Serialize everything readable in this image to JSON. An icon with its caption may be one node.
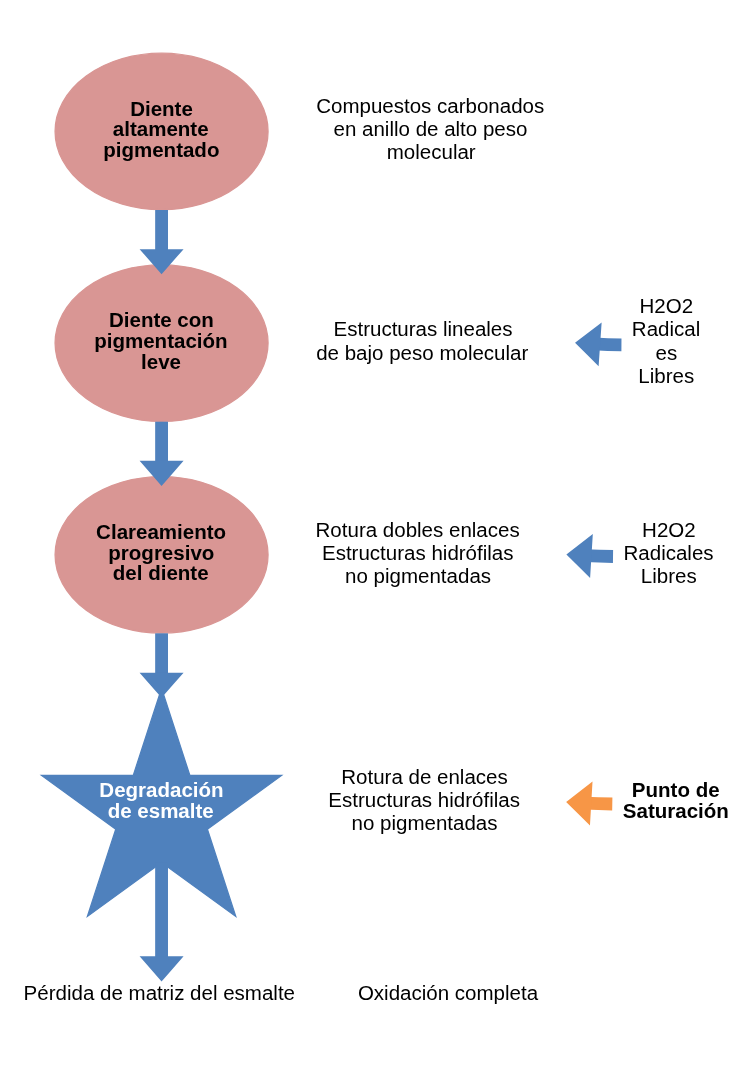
{
  "diagram": {
    "nodes": [
      {
        "text": [
          "Diente altamente pigmentado"
        ],
        "beside": [
          "Compuestos carbonados en anillo de alto peso molecular"
        ]
      },
      {
        "text": [
          "Diente con pigmentación leve"
        ],
        "beside": [
          "Estructuras lineales de bajo peso molecular"
        ]
      },
      {
        "text": [
          "Clareamiento progresivo del diente"
        ],
        "beside": [
          "Rotura dobles enlaces Estructuras hidrófilas no pigmentadas"
        ]
      },
      {
        "text": [
          "Degradación de esmalte"
        ],
        "beside": [
          "Rotura de enlaces Estructuras hidrófilas no pigmentadas"
        ]
      },
      {
        "text": [
          "Pérdida de matriz del esmalte"
        ]
      },
      {
        "text": [
          "H2O2 Radical es Libres"
        ]
      },
      {
        "text": [
          "H2O2 Radicales Libres"
        ]
      },
      {
        "text": [
          "Punto de Saturación"
        ]
      }
    ],
    "edges": [
      {
        "from": 0,
        "to": 1,
        "arrow": "to"
      },
      {
        "from": 1,
        "to": 2,
        "arrow": "to"
      },
      {
        "from": 2,
        "to": 3,
        "arrow": "to"
      },
      {
        "from": 3,
        "to": 4,
        "arrow": "to"
      },
      {
        "from": 5,
        "to": null,
        "arrow": "to"
      },
      {
        "from": 6,
        "to": null,
        "arrow": "to"
      },
      {
        "from": 7,
        "to": null,
        "arrow": "to",
        "color": "#f79646"
      }
    ],
    "labels": [
      "Oxidación completa"
    ]
  }
}
